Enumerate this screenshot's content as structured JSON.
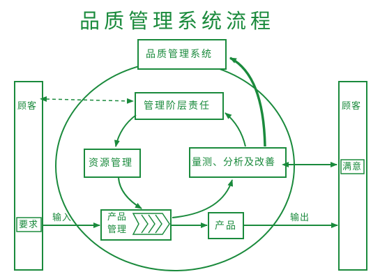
{
  "colors": {
    "primary": "#1a8a3c",
    "background": "#ffffff"
  },
  "title": "品质管理系统流程",
  "nodes": {
    "quality_system": "品质管理系统",
    "management_responsibility": "管理阶层责任",
    "resource_management": "资源管理",
    "measurement_analysis_improvement": "量测、分析及改善",
    "product_realization_line1": "产品",
    "product_realization_line2": "管理",
    "product": "产品"
  },
  "customer_left": {
    "label": "顾客",
    "requirement": "要求"
  },
  "customer_right": {
    "label": "顾客",
    "satisfaction": "满意"
  },
  "flows": {
    "input": "输入",
    "output": "输出"
  }
}
